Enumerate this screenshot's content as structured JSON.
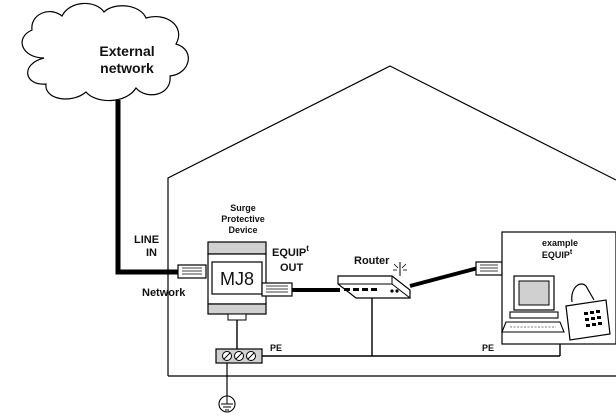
{
  "cloud": {
    "line1": "External",
    "line2": "network"
  },
  "labels": {
    "line_in_1": "LINE",
    "line_in_2": "IN",
    "network": "Network",
    "spd_1": "Surge",
    "spd_2": "Protective",
    "spd_3": "Device",
    "device": "MJ8",
    "equip_out_1": "EQUIP",
    "equip_out_sup": "t",
    "equip_out_2": "OUT",
    "router": "Router",
    "example_1": "example",
    "example_2": "EQUIP",
    "example_sup": "t",
    "pe_left": "PE",
    "pe_right": "PE"
  },
  "icons": [
    "cloud-icon",
    "rj45-plug-icon",
    "surge-protector-icon",
    "router-icon",
    "computer-icon",
    "telephone-icon",
    "terminal-block-icon",
    "earth-ground-icon"
  ],
  "colors": {
    "line": "#000000",
    "fill_gray": "#d0d0d0",
    "background": "#ffffff"
  }
}
